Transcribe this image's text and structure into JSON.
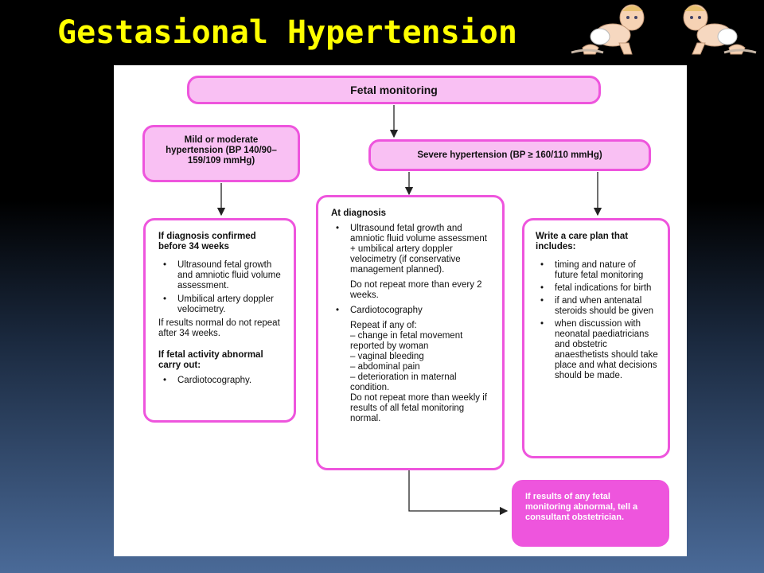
{
  "slide": {
    "title": "Gestasional Hypertension"
  },
  "flowchart": {
    "root": "Fetal monitoring",
    "mild": {
      "label": "Mild or moderate hypertension (BP 140/90–159/109 mmHg)"
    },
    "severe": {
      "label": "Severe hypertension (BP ≥ 160/110 mmHg)"
    },
    "left_box": {
      "heading1": "If diagnosis confirmed before 34 weeks",
      "items1": [
        "Ultrasound fetal growth and amniotic fluid volume assessment.",
        "Umbilical artery doppler velocimetry."
      ],
      "note1": "If results normal do not repeat after 34 weeks.",
      "heading2": "If fetal activity abnormal carry out:",
      "items2": [
        "Cardiotocography."
      ]
    },
    "middle_box": {
      "heading": "At diagnosis",
      "item1": "Ultrasound fetal growth and amniotic fluid volume assessment + umbilical artery doppler velocimetry (if conservative management planned).",
      "note1": "Do not repeat more than every 2 weeks.",
      "item2": "Cardiotocography",
      "repeat_heading": "Repeat if any of:",
      "repeat_items": [
        "– change in fetal movement reported by woman",
        "– vaginal bleeding",
        "– abdominal pain",
        "– deterioration in maternal condition."
      ],
      "note2": "Do not repeat more than weekly if results of all fetal monitoring normal."
    },
    "right_box": {
      "heading": "Write a care plan that includes:",
      "items": [
        "timing and nature of future fetal monitoring",
        "fetal indications for birth",
        "if and when antenatal steroids should be given",
        "when discussion with neonatal paediatricians and obstetric anaesthetists should take place and what decisions should be made."
      ]
    },
    "alert": "If results of any fetal monitoring abnormal, tell a consultant obstetrician."
  }
}
